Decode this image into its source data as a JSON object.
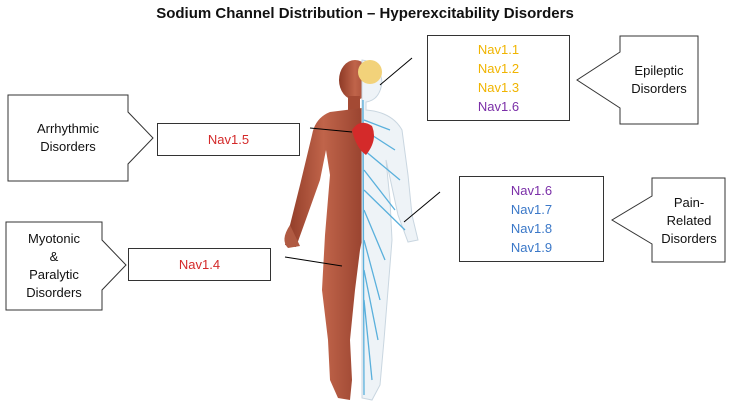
{
  "title": "Sodium Channel Distribution – Hyperexcitability Disorders",
  "disorders": {
    "arrhythmic": [
      "Arrhythmic",
      "Disorders"
    ],
    "myotonic": [
      "Myotonic",
      "&",
      "Paralytic",
      "Disorders"
    ],
    "epileptic": [
      "Epileptic",
      "Disorders"
    ],
    "pain": [
      "Pain-",
      "Related",
      "Disorders"
    ]
  },
  "channels": {
    "heart": [
      {
        "text": "Nav1.5",
        "color": "#d42a2a"
      }
    ],
    "muscle": [
      {
        "text": "Nav1.4",
        "color": "#d42a2a"
      }
    ],
    "brain": [
      {
        "text": "Nav1.1",
        "color": "#f0b400"
      },
      {
        "text": "Nav1.2",
        "color": "#f0b400"
      },
      {
        "text": "Nav1.3",
        "color": "#f0b400"
      },
      {
        "text": "Nav1.6",
        "color": "#7b2fa8"
      }
    ],
    "nerve": [
      {
        "text": "Nav1.6",
        "color": "#7b2fa8"
      },
      {
        "text": "Nav1.7",
        "color": "#3b78c8"
      },
      {
        "text": "Nav1.8",
        "color": "#3b78c8"
      },
      {
        "text": "Nav1.9",
        "color": "#3b78c8"
      }
    ]
  },
  "colors": {
    "muscle": "#b5523a",
    "nerve": "#5ab0dc",
    "heart": "#d42a2a",
    "brain": "#f2d27a"
  }
}
